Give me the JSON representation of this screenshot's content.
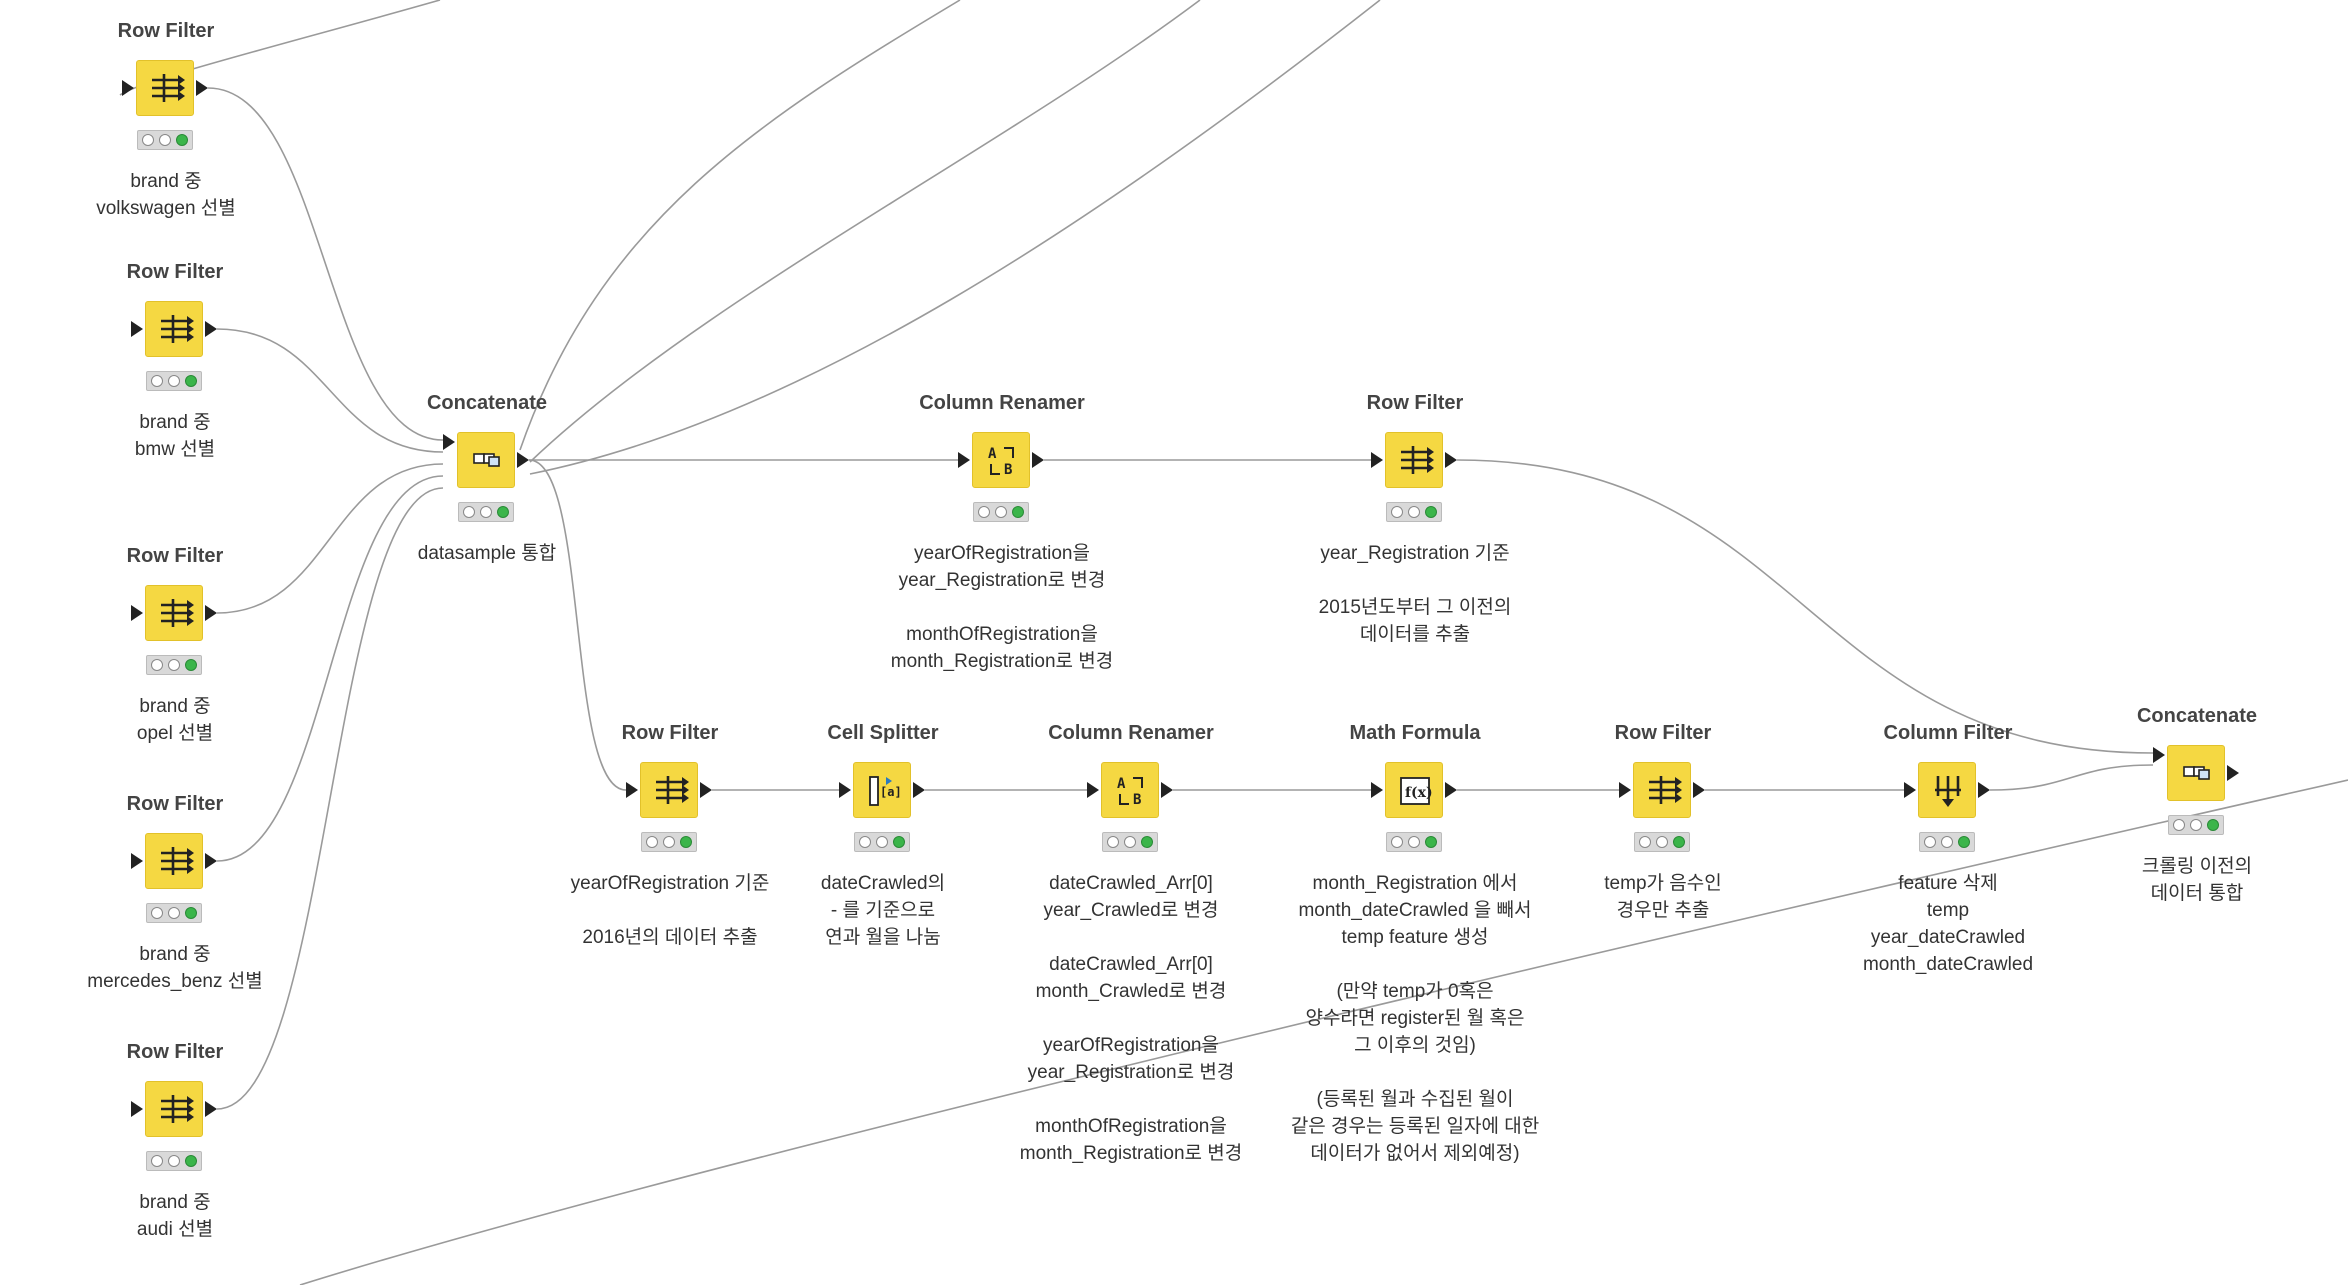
{
  "workflow": {
    "nodes": [
      {
        "id": "rf-volkswagen",
        "type": "Row Filter",
        "title": "Row Filter",
        "icon": "row-filter-icon",
        "label": "brand 중\nvolkswagen 선별"
      },
      {
        "id": "rf-bmw",
        "type": "Row Filter",
        "title": "Row Filter",
        "icon": "row-filter-icon",
        "label": "brand 중\nbmw 선별"
      },
      {
        "id": "rf-opel",
        "type": "Row Filter",
        "title": "Row Filter",
        "icon": "row-filter-icon",
        "label": "brand 중\nopel 선별"
      },
      {
        "id": "rf-mercedes",
        "type": "Row Filter",
        "title": "Row Filter",
        "icon": "row-filter-icon",
        "label": "brand 중\nmercedes_benz 선별"
      },
      {
        "id": "rf-audi",
        "type": "Row Filter",
        "title": "Row Filter",
        "icon": "row-filter-icon",
        "label": "brand 중\naudi 선별"
      },
      {
        "id": "concat-1",
        "type": "Concatenate",
        "title": "Concatenate",
        "icon": "concatenate-icon",
        "label": "datasample 통합"
      },
      {
        "id": "renamer-1",
        "type": "Column Renamer",
        "title": "Column Renamer",
        "icon": "column-renamer-icon",
        "label": "yearOfRegistration을\nyear_Registration로 변경\n\nmonthOfRegistration을\nmonth_Registration로 변경"
      },
      {
        "id": "rf-year2015",
        "type": "Row Filter",
        "title": "Row Filter",
        "icon": "row-filter-icon",
        "label": "year_Registration 기준\n\n2015년도부터 그 이전의\n데이터를 추출"
      },
      {
        "id": "rf-2016",
        "type": "Row Filter",
        "title": "Row Filter",
        "icon": "row-filter-icon",
        "label": "yearOfRegistration 기준\n\n2016년의 데이터 추출"
      },
      {
        "id": "splitter",
        "type": "Cell Splitter",
        "title": "Cell Splitter",
        "icon": "cell-splitter-icon",
        "label": "dateCrawled의\n- 를 기준으로\n연과 월을 나눔"
      },
      {
        "id": "renamer-2",
        "type": "Column Renamer",
        "title": "Column Renamer",
        "icon": "column-renamer-icon",
        "label": "dateCrawled_Arr[0]\nyear_Crawled로 변경\n\ndateCrawled_Arr[0]\nmonth_Crawled로 변경\n\nyearOfRegistration을\nyear_Registration로 변경\n\nmonthOfRegistration을\nmonth_Registration로 변경"
      },
      {
        "id": "math",
        "type": "Math Formula",
        "title": "Math Formula",
        "icon": "math-formula-icon",
        "label": "month_Registration 에서\nmonth_dateCrawled 을 빼서\ntemp feature 생성\n\n(만약 temp가 0혹은\n양수라면 register된 월 혹은\n그 이후의 것임)\n\n(등록된 월과 수집된 월이\n같은 경우는 등록된 일자에 대한\n데이터가 없어서 제외예정)"
      },
      {
        "id": "rf-temp",
        "type": "Row Filter",
        "title": "Row Filter",
        "icon": "row-filter-icon",
        "label": "temp가 음수인\n경우만 추출"
      },
      {
        "id": "colfilter",
        "type": "Column Filter",
        "title": "Column Filter",
        "icon": "column-filter-icon",
        "label": "feature 삭제\ntemp\nyear_dateCrawled\nmonth_dateCrawled"
      },
      {
        "id": "concat-2",
        "type": "Concatenate",
        "title": "Concatenate",
        "icon": "concatenate-icon",
        "label": "크롤링 이전의\n데이터 통합"
      }
    ],
    "connections": [
      [
        "rf-volkswagen",
        "concat-1"
      ],
      [
        "rf-bmw",
        "concat-1"
      ],
      [
        "rf-opel",
        "concat-1"
      ],
      [
        "rf-mercedes",
        "concat-1"
      ],
      [
        "rf-audi",
        "concat-1"
      ],
      [
        "concat-1",
        "renamer-1"
      ],
      [
        "renamer-1",
        "rf-year2015"
      ],
      [
        "rf-year2015",
        "concat-2"
      ],
      [
        "concat-1",
        "rf-2016"
      ],
      [
        "rf-2016",
        "splitter"
      ],
      [
        "splitter",
        "renamer-2"
      ],
      [
        "renamer-2",
        "math"
      ],
      [
        "math",
        "rf-temp"
      ],
      [
        "rf-temp",
        "colfilter"
      ],
      [
        "colfilter",
        "concat-2"
      ]
    ]
  }
}
